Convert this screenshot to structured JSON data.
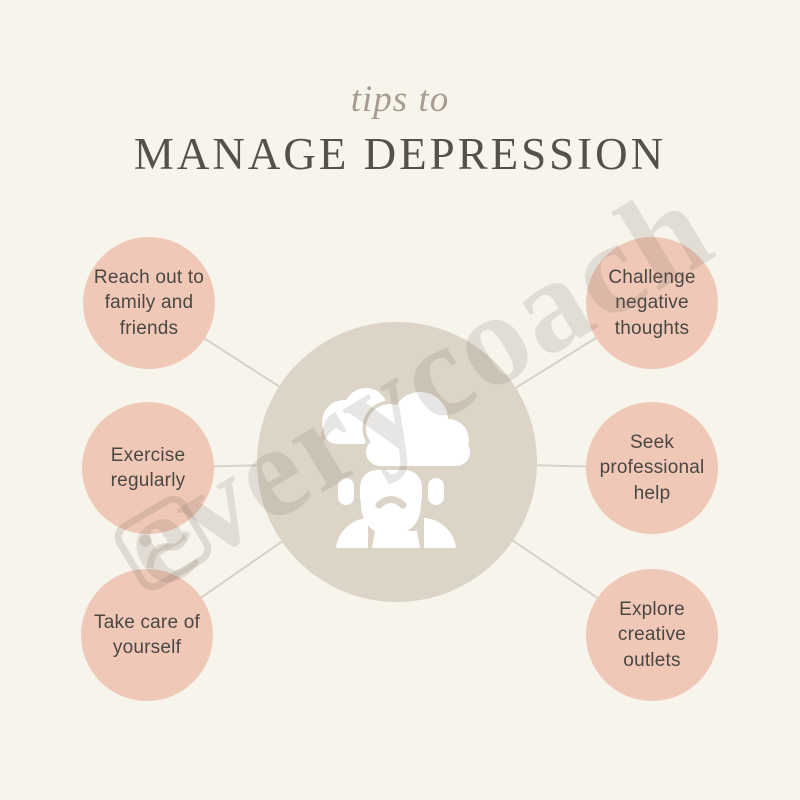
{
  "header": {
    "eyebrow": "tips to",
    "title": "MANAGE DEPRESSION"
  },
  "tips": [
    {
      "label": "Reach out to\nfamily and\nfriends"
    },
    {
      "label": "Exercise\nregularly"
    },
    {
      "label": "Take care of\nyourself"
    },
    {
      "label": "Challenge\nnegative\nthoughts"
    },
    {
      "label": "Seek\nprofessional\nhelp"
    },
    {
      "label": "Explore\ncreative\noutlets"
    }
  ],
  "watermark": {
    "text": "everycoach"
  },
  "icons": {
    "center": "person-with-cloud-head-icon",
    "watermark": "photo-icon"
  },
  "colors": {
    "background": "#F7F4EC",
    "tip_circle": "#F0C8B8",
    "center_circle": "#DCD4C6",
    "title_text": "#55514A",
    "eyebrow_text": "#A69C91",
    "tip_text": "#4B4743",
    "connector_line": "#D7D2C8",
    "icon_fill": "#FFFFFF"
  }
}
